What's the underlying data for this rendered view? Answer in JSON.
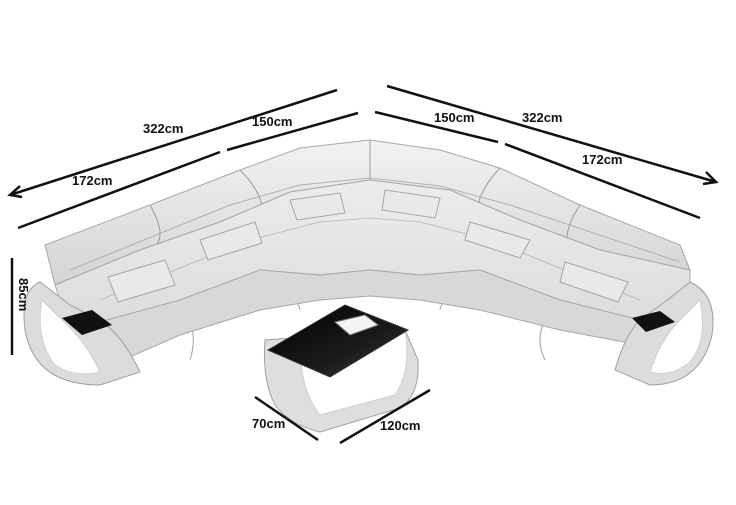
{
  "product": {
    "type": "corner sectional sofa with coffee table",
    "colors": {
      "upholstery": "#e6e6e6",
      "upholstery_shadow": "#c9c9c9",
      "seam": "#9a9a9a",
      "glass_top": "#0c0c0c",
      "dimension_line": "#111111",
      "background": "#ffffff",
      "led_glow": "#ffffff"
    }
  },
  "dimensions": {
    "left_total": "322cm",
    "left_corner_section": "150cm",
    "left_straight_section": "172cm",
    "right_total": "322cm",
    "right_corner_section": "150cm",
    "right_straight_section": "172cm",
    "height": "85cm",
    "table_depth": "70cm",
    "table_width": "120cm"
  }
}
